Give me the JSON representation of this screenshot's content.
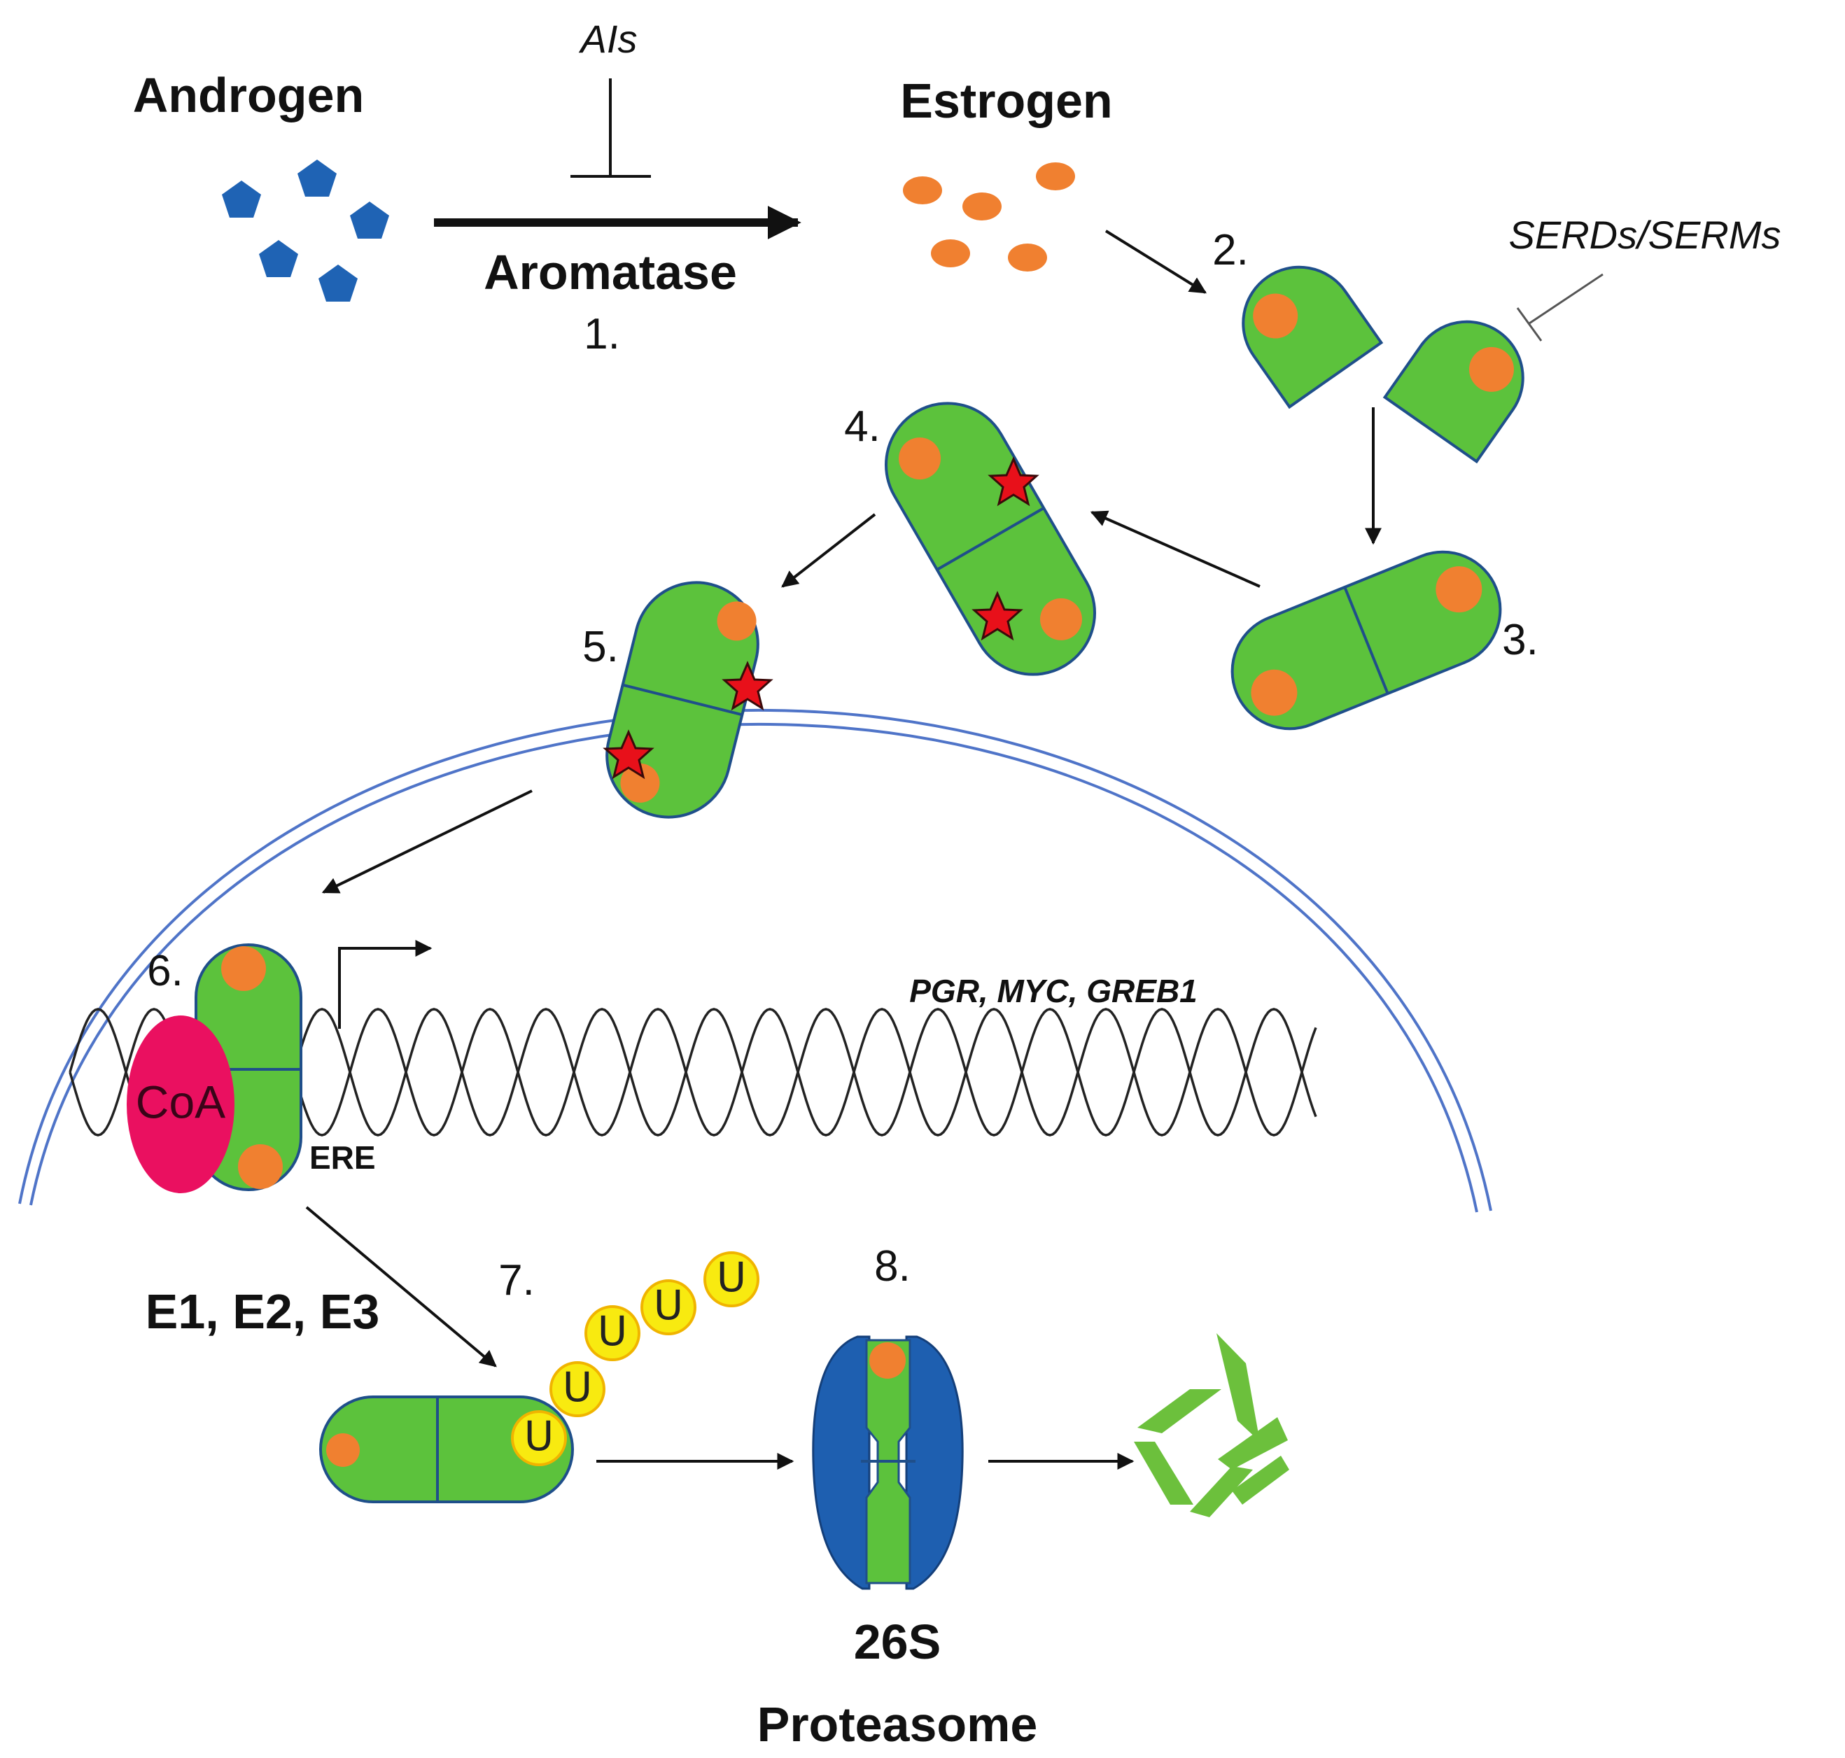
{
  "labels": {
    "androgen": "Androgen",
    "estrogen": "Estrogen",
    "ais": "AIs",
    "aromatase": "Aromatase",
    "serds": "SERDs/SERMs",
    "genes": "PGR, MYC, GREB1",
    "coa": "CoA",
    "ere": "ERE",
    "e123": "E1, E2, E3",
    "ub": "U",
    "s26": "26S",
    "proteasome": "Proteasome"
  },
  "steps": [
    "1.",
    "2.",
    "3.",
    "4.",
    "5.",
    "6.",
    "7.",
    "8."
  ],
  "colors": {
    "receptor_green": "#5cc23c",
    "receptor_outline": "#1f4f8a",
    "ligand_orange": "#f08030",
    "androgen_blue": "#1f63b4",
    "star_red": "#e8101a",
    "coactivator_pink": "#ea1060",
    "ubiquitin_yellow": "#f8ea10",
    "proteasome_blue": "#1e5fb0",
    "membrane_blue": "#4f74c8",
    "fragment_green": "#6cc03c"
  }
}
